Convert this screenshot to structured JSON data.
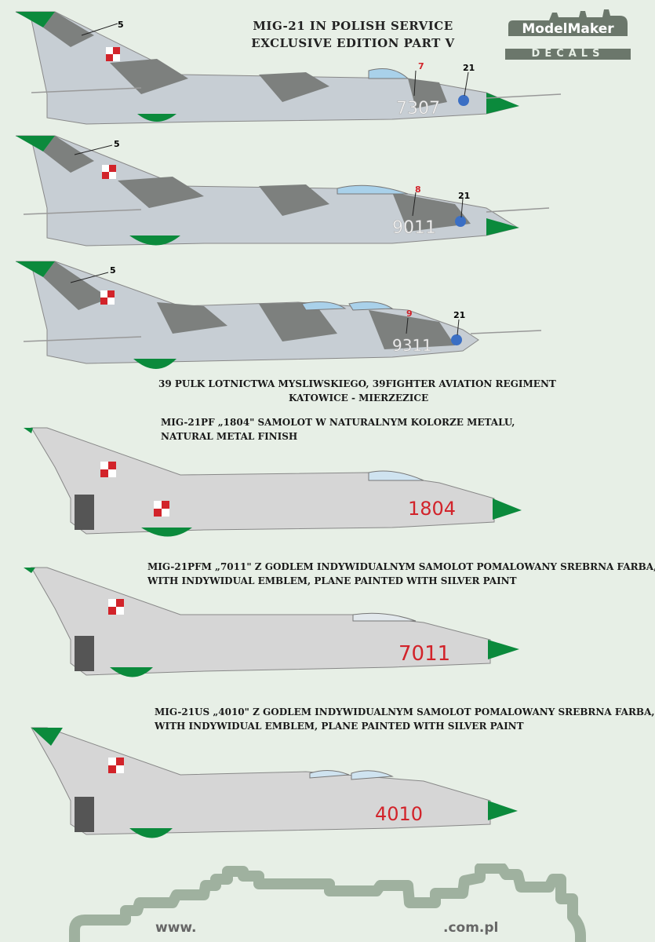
{
  "header": {
    "title_line1": "MIG-21 IN POLISH  SERVICE",
    "title_line2": "EXCLUSIVE EDITION PART V"
  },
  "logo": {
    "top": "ModelMaker",
    "bottom": "DECALS",
    "color": "#6b776b"
  },
  "aircraft": [
    {
      "serial": "7307",
      "option_no": "7",
      "emblem_ref": "21",
      "tail_ref": "5"
    },
    {
      "serial": "9011",
      "option_no": "8",
      "emblem_ref": "21",
      "tail_ref": "5"
    },
    {
      "serial": "9311",
      "option_no": "9",
      "emblem_ref": "21",
      "tail_ref": "5"
    },
    {
      "serial": "1804"
    },
    {
      "serial": "7011"
    },
    {
      "serial": "4010"
    }
  ],
  "captions": {
    "unit_line1": "39 PULK LOTNICTWA MYSLIWSKIEGO, 39FIGHTER AVIATION REGIMENT",
    "unit_line2": "KATOWICE - MIERZEZICE",
    "pf_line1": "MIG-21PF „1804\" SAMOLOT W NATURALNYM KOLORZE METALU,",
    "pf_line2": "NATURAL METAL FINISH",
    "pfm_line1": "MIG-21PFM „7011\" Z GODLEM INDYWIDUALNYM SAMOLOT POMALOWANY SREBRNA FARBA,",
    "pfm_line2": "WITH INDYWIDUAL EMBLEM, PLANE PAINTED WITH SILVER PAINT",
    "us_line1": "MIG-21US „4010\" Z GODLEM INDYWIDUALNYM SAMOLOT POMALOWANY SREBRNA FARBA,",
    "us_line2": "WITH INDYWIDUAL EMBLEM, PLANE PAINTED WITH SILVER PAINT"
  },
  "footer": {
    "left": "www.",
    "right": ".com.pl"
  },
  "colors": {
    "camo_light": "#c7ced4",
    "camo_dark": "#7d807e",
    "green": "#0b8a3c",
    "silver": "#d6d6d6",
    "red": "#d2232a"
  }
}
